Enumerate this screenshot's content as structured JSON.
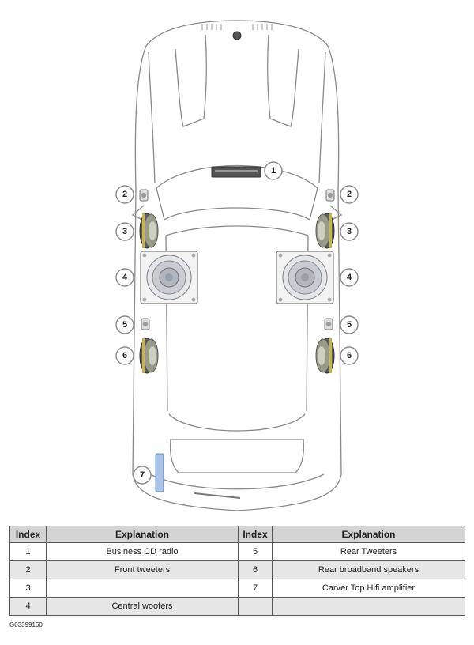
{
  "callouts": [
    "1",
    "2",
    "3",
    "4",
    "5",
    "6",
    "7"
  ],
  "table": {
    "headers": [
      "Index",
      "Explanation",
      "Index",
      "Explanation"
    ],
    "rows": [
      {
        "idx_a": "1",
        "exp_a": "Business CD radio",
        "idx_b": "5",
        "exp_b": "Rear Tweeters"
      },
      {
        "idx_a": "2",
        "exp_a": "Front tweeters",
        "idx_b": "6",
        "exp_b": "Rear broadband speakers"
      },
      {
        "idx_a": "3",
        "exp_a": "",
        "idx_b": "7",
        "exp_b": "Carver Top Hifi amplifier"
      },
      {
        "idx_a": "4",
        "exp_a": "Central woofers",
        "idx_b": "",
        "exp_b": ""
      }
    ]
  },
  "figure_id": "G03399160",
  "colors": {
    "outline": "#8a8a8a",
    "speaker_cone": "#c9ccd3",
    "amplifier": "#a8c4e8",
    "table_header": "#d4d4d4",
    "table_stripe": "#e6e6e6"
  }
}
